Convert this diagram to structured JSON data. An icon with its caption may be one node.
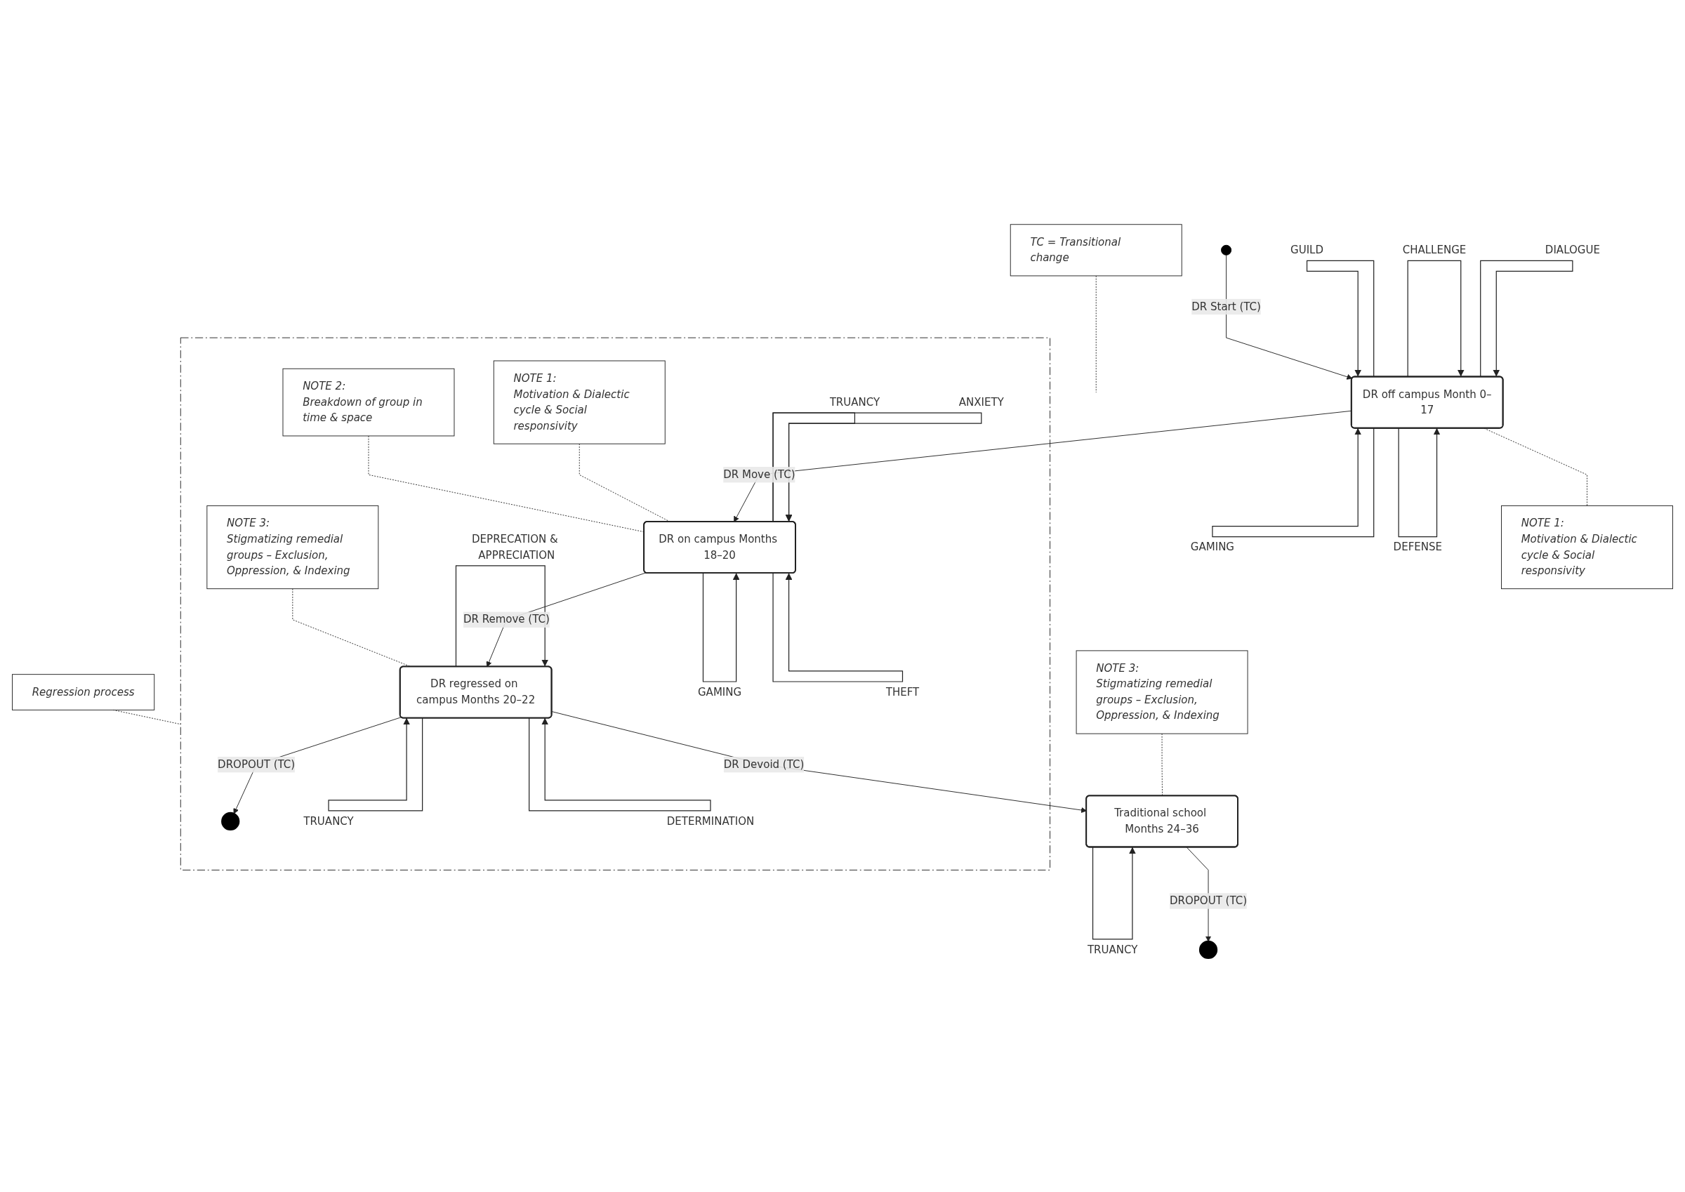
{
  "diagram": {
    "nodes": [
      {
        "text": [
          "NOTE 3:",
          "Stigmatizing remedial groups – Exclusion, Oppression, & Indexing"
        ]
      },
      {
        "text": [
          "TC = Transitional change"
        ]
      },
      {
        "text": [
          "Traditional school Months 24–36"
        ]
      },
      {
        "text": [],
        "shape": "circle"
      },
      {
        "text": [],
        "shape": "circle"
      },
      {
        "text": [
          "DR off campus Month 0–17"
        ]
      },
      {
        "text": [
          "NOTE 1:",
          "Motivation & Dialectic cycle & Social responsivity"
        ]
      },
      {
        "text": [
          "Regression process"
        ]
      },
      {
        "text": [],
        "shape": "box"
      },
      {
        "text": [],
        "shape": "circle",
        "in": 8
      },
      {
        "text": [
          "DR regressed on campus Months 20–22"
        ],
        "in": 8
      },
      {
        "text": [
          "DR on campus Months 18–20"
        ],
        "in": 8
      },
      {
        "text": [
          "NOTE 3:",
          "Stigmatizing remedial groups – Exclusion, Oppression, & Indexing"
        ],
        "in": 8
      },
      {
        "text": [
          "NOTE 1:",
          "Motivation & Dialectic cycle & Social responsivity"
        ],
        "in": 8
      },
      {
        "text": [
          "NOTE 2:",
          "Breakdown of group in time & space"
        ],
        "in": 8
      }
    ],
    "edges": [
      {
        "from": 0,
        "to": 2,
        "arrow": "none",
        "style": "dashed"
      },
      {
        "from": 2,
        "to": 3,
        "arrow": "to",
        "label": "DROPOUT (TC)"
      },
      {
        "from": 1,
        "to": null,
        "arrow": "none",
        "style": "dashed"
      },
      {
        "from": 2,
        "to": 2,
        "arrow": "to",
        "label": "TRUANCY"
      },
      {
        "from": 4,
        "to": 5,
        "arrow": "to",
        "label": "DR Start (TC)"
      },
      {
        "from": 5,
        "to": 5,
        "arrow": "to",
        "label": "DIALOGUE"
      },
      {
        "from": 5,
        "to": 5,
        "arrow": "to",
        "label": "CHALLENGE"
      },
      {
        "from": 5,
        "to": 5,
        "arrow": "to",
        "label": "GUILD"
      },
      {
        "from": 5,
        "to": 5,
        "arrow": "to",
        "label": "GAMING"
      },
      {
        "from": 5,
        "to": 5,
        "arrow": "to",
        "label": "DEFENSE"
      },
      {
        "from": 5,
        "to": 6,
        "arrow": "none",
        "style": "dashed"
      },
      {
        "from": 7,
        "to": 8,
        "arrow": "none",
        "style": "dashed"
      },
      {
        "from": 5,
        "to": 11,
        "arrow": "to",
        "label": "DR Move (TC)"
      },
      {
        "from": 11,
        "to": 11,
        "arrow": "to",
        "label": "ANXIETY"
      },
      {
        "from": 11,
        "to": 11,
        "arrow": "to",
        "label": "TRUANCY"
      },
      {
        "from": 11,
        "to": 11,
        "arrow": "to",
        "label": "GAMING"
      },
      {
        "from": 11,
        "to": 11,
        "arrow": "to",
        "label": "THEFT"
      },
      {
        "from": 11,
        "to": 10,
        "arrow": "to",
        "label": "DR Remove (TC)"
      },
      {
        "from": 10,
        "to": 9,
        "arrow": "to",
        "label": "DROPOUT (TC)"
      },
      {
        "from": 10,
        "to": 2,
        "arrow": "to",
        "label": "DR Devoid (TC)"
      },
      {
        "from": 10,
        "to": 10,
        "arrow": "to",
        "label": "DEPRECATION & APPRECIATION"
      },
      {
        "from": 10,
        "to": 10,
        "arrow": "to",
        "label": "TRUANCY"
      },
      {
        "from": 10,
        "to": 10,
        "arrow": "to",
        "label": "DETERMINATION"
      },
      {
        "from": 12,
        "to": 10,
        "arrow": "none",
        "style": "dashed"
      },
      {
        "from": 13,
        "to": 11,
        "arrow": "none",
        "style": "dashed"
      },
      {
        "from": 14,
        "to": 11,
        "arrow": "none",
        "style": "dashed"
      }
    ]
  }
}
